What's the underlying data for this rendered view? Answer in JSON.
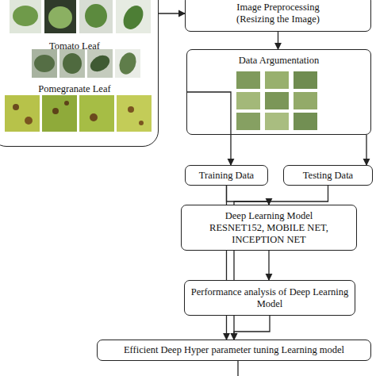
{
  "diagram": {
    "nodes": [
      {
        "text": [
          "Tomato Leaf",
          "Pomegranate Leaf"
        ]
      },
      {
        "text": [
          "Image Preprocessing (Resizing the Image)"
        ]
      },
      {
        "text": [
          "Data Argumentation"
        ]
      },
      {
        "text": [
          "Training Data"
        ]
      },
      {
        "text": [
          "Testing Data"
        ]
      },
      {
        "text": [
          "Deep Learning Model RESNET152, MOBILE NET, INCEPTION NET"
        ]
      },
      {
        "text": [
          "Performance analysis of Deep Learning Model"
        ]
      },
      {
        "text": [
          "Efficient Deep Hyper parameter tuning Learning model"
        ]
      }
    ],
    "edges": [
      {
        "from": 0,
        "to": 1,
        "arrow": "to"
      },
      {
        "from": 1,
        "to": 2,
        "arrow": "to"
      },
      {
        "from": 2,
        "to": 3,
        "arrow": "to"
      },
      {
        "from": 2,
        "to": 4,
        "arrow": "to"
      },
      {
        "from": 3,
        "to": 5,
        "arrow": "to"
      },
      {
        "from": 5,
        "to": 6,
        "arrow": "to"
      },
      {
        "from": 6,
        "to": 7,
        "arrow": "to"
      },
      {
        "from": 3,
        "to": 7,
        "arrow": "to"
      },
      {
        "from": 4,
        "to": 7,
        "arrow": "to"
      }
    ]
  }
}
